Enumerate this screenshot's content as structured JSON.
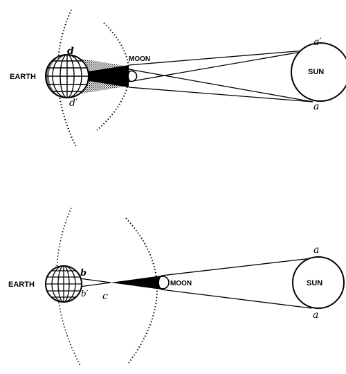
{
  "colors": {
    "ink": "#000000",
    "paper": "#ffffff"
  },
  "figures": {
    "top": {
      "earth_label": "EARTH",
      "moon_label": "MOON",
      "sun_label": "SUN",
      "point_d": "d",
      "point_d_prime": "d′",
      "point_a": "a",
      "point_a_prime": "a′"
    },
    "bottom": {
      "earth_label": "EARTH",
      "moon_label": "MOON",
      "sun_label": "SUN",
      "point_b": "b",
      "point_b_prime": "b′",
      "point_c": "c",
      "point_a_top": "a",
      "point_a_bottom": "a"
    }
  }
}
